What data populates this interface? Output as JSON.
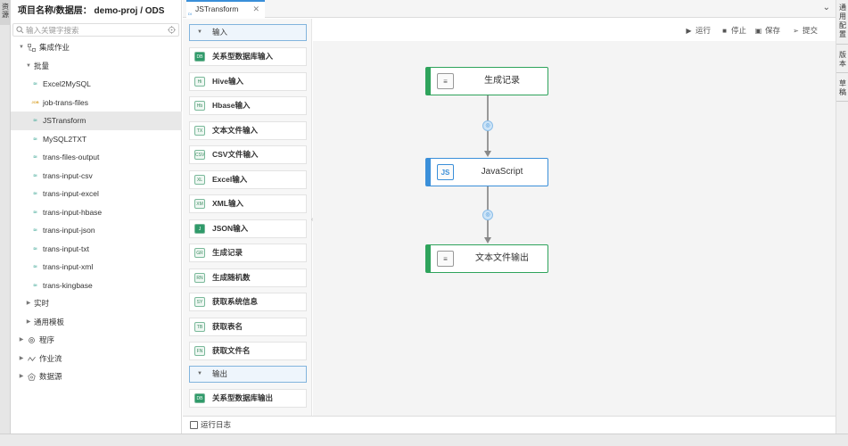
{
  "left_strip": {
    "tab_label": "资源"
  },
  "project": {
    "title": "项目名称/数据层： demo-proj / ODS",
    "search_placeholder": "输入关键字搜索"
  },
  "tree": {
    "integration": "集成作业",
    "batch": "批量",
    "files": [
      {
        "badge": "DI",
        "name": "Excel2MySQL"
      },
      {
        "badge": "JOB",
        "name": "job-trans-files"
      },
      {
        "badge": "DI",
        "name": "JSTransform"
      },
      {
        "badge": "DI",
        "name": "MySQL2TXT"
      },
      {
        "badge": "DI",
        "name": "trans-files-output"
      },
      {
        "badge": "DI",
        "name": "trans-input-csv"
      },
      {
        "badge": "DI",
        "name": "trans-input-excel"
      },
      {
        "badge": "DI",
        "name": "trans-input-hbase"
      },
      {
        "badge": "DI",
        "name": "trans-input-json"
      },
      {
        "badge": "DI",
        "name": "trans-input-txt"
      },
      {
        "badge": "DI",
        "name": "trans-input-xml"
      },
      {
        "badge": "DI",
        "name": "trans-kingbase"
      }
    ],
    "realtime": "实时",
    "templates": "通用模板",
    "program": "程序",
    "workflow": "作业流",
    "datasource": "数据源"
  },
  "tab": {
    "label": "JSTransform",
    "badge": "DI"
  },
  "right_strip": [
    "通用配置",
    "版本",
    "草稿"
  ],
  "palette": {
    "input_section": "输入",
    "inputs": [
      {
        "icon": "DB",
        "label": "关系型数据库输入"
      },
      {
        "icon": "Hi",
        "label": "Hive输入"
      },
      {
        "icon": "Hb",
        "label": "Hbase输入"
      },
      {
        "icon": "TX",
        "label": "文本文件输入"
      },
      {
        "icon": "CSV",
        "label": "CSV文件输入"
      },
      {
        "icon": "XL",
        "label": "Excel输入"
      },
      {
        "icon": "XM",
        "label": "XML输入"
      },
      {
        "icon": "J",
        "label": "JSON输入"
      },
      {
        "icon": "GR",
        "label": "生成记录"
      },
      {
        "icon": "RN",
        "label": "生成随机数"
      },
      {
        "icon": "SY",
        "label": "获取系统信息"
      },
      {
        "icon": "TB",
        "label": "获取表名"
      },
      {
        "icon": "FN",
        "label": "获取文件名"
      }
    ],
    "output_section": "输出",
    "outputs": [
      {
        "icon": "DB",
        "label": "关系型数据库输出"
      }
    ]
  },
  "toolbar": {
    "run": "运行",
    "stop": "停止",
    "save": "保存",
    "submit": "提交"
  },
  "flow": {
    "nodes": [
      {
        "icon": "≡",
        "label": "生成记录"
      },
      {
        "icon": "JS",
        "label": "JavaScript"
      },
      {
        "icon": "≡",
        "label": "文本文件输出"
      }
    ]
  },
  "log": {
    "label": "运行日志"
  }
}
